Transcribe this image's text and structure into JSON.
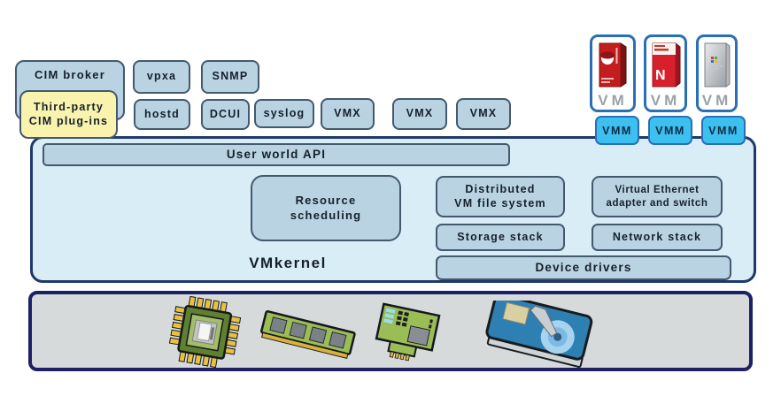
{
  "colors": {
    "box_fill": "#b9d3e2",
    "box_border": "#44596e",
    "yellow_fill": "#faf3ad",
    "container_fill": "#d8edf5",
    "container_border": "#20386b",
    "vmm_fill": "#3cc0ef",
    "vmm_border": "#2a6fb5",
    "vm_border": "#2a6fb5",
    "hw_fill": "#d6dadb",
    "hw_border": "#1c2166",
    "text": "#15202c"
  },
  "user_world": {
    "cim_broker": "CIM broker",
    "third_party_cim": "Third-party\nCIM plug-ins",
    "row_top": [
      "vpxa",
      "SNMP"
    ],
    "row_bottom": [
      "hostd",
      "DCUI",
      "syslog",
      "VMX",
      "VMX",
      "VMX"
    ],
    "user_world_api": "User world API"
  },
  "vms": {
    "vm_labels": [
      "VM",
      "VM",
      "VM"
    ],
    "vmm_labels": [
      "VMM",
      "VMM",
      "VMM"
    ],
    "os_icons": [
      "redhat-os-box-icon",
      "novell-os-box-icon",
      "windows-os-box-icon"
    ]
  },
  "vmkernel": {
    "label": "VMkernel",
    "resource_scheduling": "Resource\nscheduling",
    "distributed_vmfs": "Distributed\nVM file system",
    "virtual_ethernet": "Virtual Ethernet\nadapter and switch",
    "storage_stack": "Storage stack",
    "network_stack": "Network stack",
    "device_drivers": "Device drivers"
  },
  "hardware": {
    "icons": [
      "cpu-icon",
      "memory-icon",
      "network-card-icon",
      "disk-icon"
    ]
  }
}
